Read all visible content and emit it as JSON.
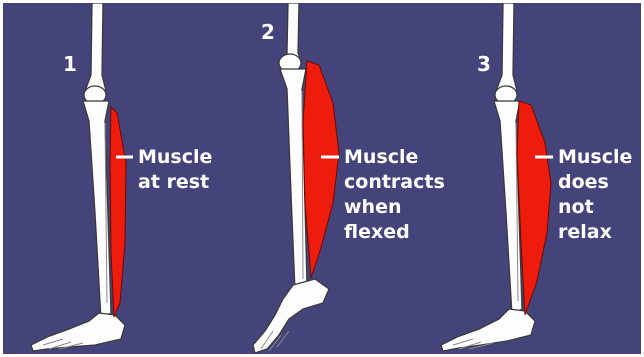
{
  "colors": {
    "background": "#45447a",
    "muscle": "#ee1c0c",
    "bone": "#fdfdfd",
    "text": "#ffffff"
  },
  "panels": [
    {
      "number": "1",
      "label_lines": [
        "Muscle",
        "at rest"
      ]
    },
    {
      "number": "2",
      "label_lines": [
        "Muscle",
        "contracts",
        "when",
        "flexed"
      ]
    },
    {
      "number": "3",
      "label_lines": [
        "Muscle",
        "does",
        "not",
        "relax"
      ]
    }
  ]
}
